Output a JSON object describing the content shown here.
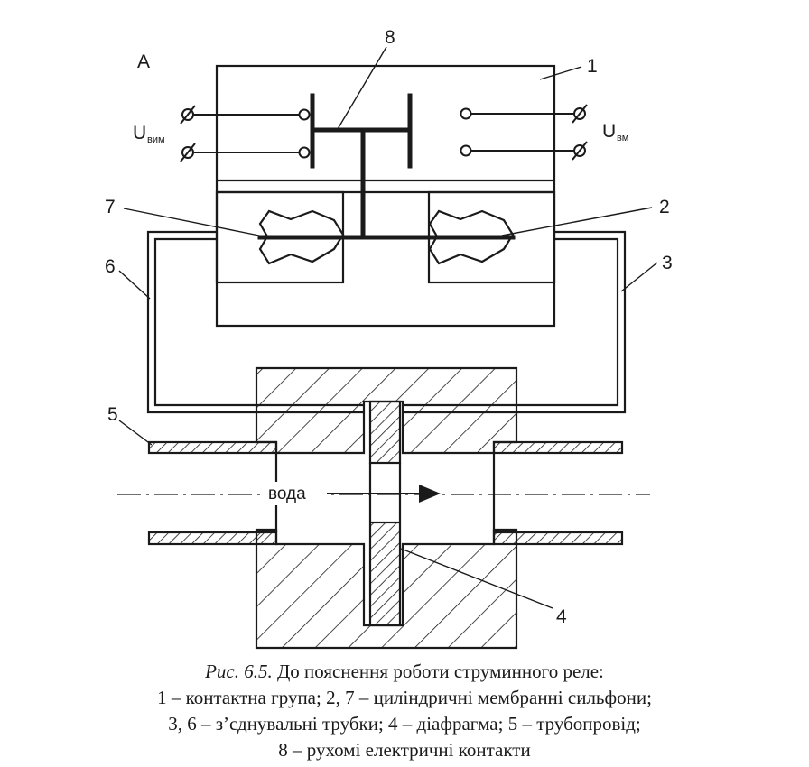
{
  "labels": {
    "view": "A",
    "n1": "1",
    "n2": "2",
    "n3": "3",
    "n4": "4",
    "n5": "5",
    "n6": "6",
    "n7": "7",
    "n8": "8"
  },
  "voltages": {
    "left_main": "U",
    "left_sub": "вим",
    "right_main": "U",
    "right_sub": "вм"
  },
  "flow_label": "вода",
  "caption": {
    "title": "Рис. 6.5.",
    "line1": " До пояснення роботи струминного реле:",
    "line2": "1 – контактна група; 2, 7 – циліндричні мембранні сильфони;",
    "line3": "3, 6 – з’єднувальні трубки; 4 – діафрагма; 5 – трубопровід;",
    "line4": "8 – рухомі електричні контакти"
  },
  "colors": {
    "ink": "#1a1a1a",
    "paper": "#ffffff"
  }
}
